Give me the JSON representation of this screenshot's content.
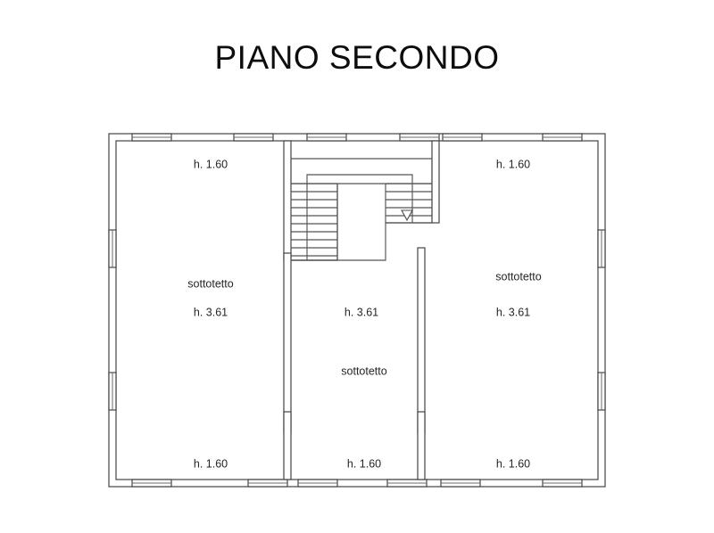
{
  "document": {
    "title": "PIANO SECONDO",
    "type": "architectural-floor-plan",
    "language": "it",
    "background_color": "#ffffff",
    "line_color": "#4a4a4a",
    "text_color": "#262626"
  },
  "labels": {
    "top_left_height": "h. 1.60",
    "top_right_height": "h. 1.60",
    "left_room_name": "sottotetto",
    "left_room_height": "h. 3.61",
    "center_room_height": "h. 3.61",
    "center_room_name": "sottotetto",
    "right_room_name": "sottotetto",
    "right_room_height": "h. 3.61",
    "bottom_left_height": "h. 1.60",
    "bottom_center_height": "h. 1.60",
    "bottom_right_height": "h. 1.60"
  },
  "rooms": [
    {
      "id": "attic-left",
      "name": "sottotetto",
      "height": "h. 3.61"
    },
    {
      "id": "attic-center",
      "name": "sottotetto",
      "height": "h. 3.61"
    },
    {
      "id": "attic-right",
      "name": "sottotetto",
      "height": "h. 3.61"
    }
  ],
  "low_zones": [
    {
      "id": "low-top-left",
      "height": "h. 1.60"
    },
    {
      "id": "low-top-right",
      "height": "h. 1.60"
    },
    {
      "id": "low-bottom-left",
      "height": "h. 1.60"
    },
    {
      "id": "low-bottom-center",
      "height": "h. 1.60"
    },
    {
      "id": "low-bottom-right",
      "height": "h. 1.60"
    }
  ],
  "stair": {
    "id": "main-staircase",
    "shape": "u-shaped-switchback",
    "direction_marker": "down-triangle",
    "left_flight_treads": 10,
    "right_flight_treads": 5
  },
  "openings": {
    "top_wall_windows": 6,
    "bottom_wall_windows": 6,
    "left_wall_windows": 2,
    "right_wall_windows": 2
  }
}
